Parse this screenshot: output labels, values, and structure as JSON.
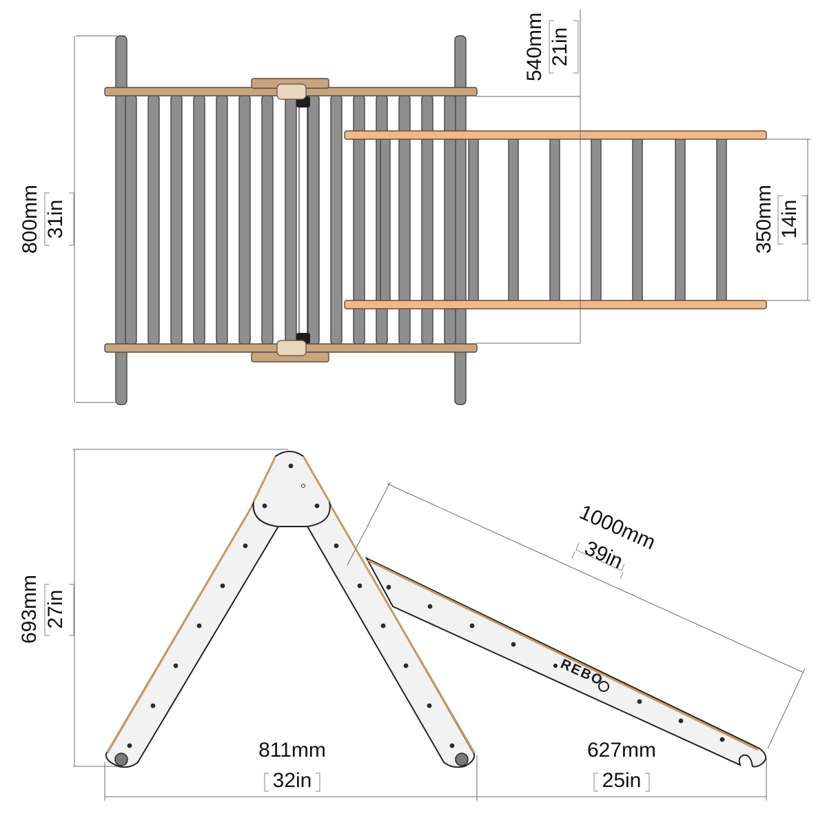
{
  "top_view": {
    "height_total": {
      "mm": "800mm",
      "in": "31in"
    },
    "offset": {
      "mm": "540mm",
      "in": "21in"
    },
    "ladder_width": {
      "mm": "350mm",
      "in": "14in"
    }
  },
  "side_view": {
    "height": {
      "mm": "693mm",
      "in": "27in"
    },
    "length": {
      "mm": "1000mm",
      "in": "39in"
    },
    "base_width": {
      "mm": "811mm",
      "in": "32in"
    },
    "ladder_span": {
      "mm": "627mm",
      "in": "25in"
    },
    "brand": "REBO"
  },
  "colors": {
    "wood": "#c9a57e",
    "wood_light": "#f0b98a",
    "rung": "#8e8e8e"
  }
}
